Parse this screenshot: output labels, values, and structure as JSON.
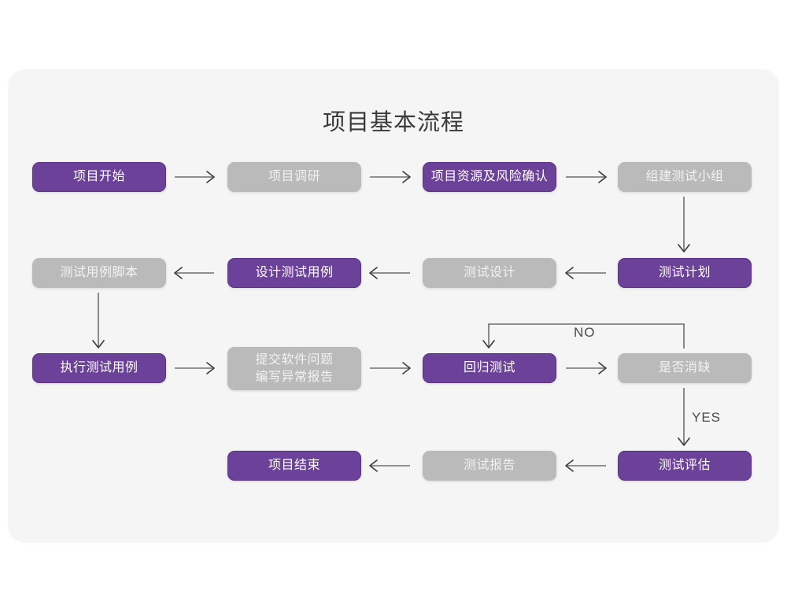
{
  "page": {
    "background_color": "#ffffff",
    "card_color": "#f5f5f6"
  },
  "diagram": {
    "title": "项目基本流程",
    "colors": {
      "purple": "#6b4199",
      "gray": "#bababa",
      "line": "#6e6e6e",
      "text_dark": "#3a3a3a"
    },
    "nodes": [
      {
        "id": "n1",
        "label": "项目开始",
        "style": "purple"
      },
      {
        "id": "n2",
        "label": "项目调研",
        "style": "gray"
      },
      {
        "id": "n3",
        "label": "项目资源及风险确认",
        "style": "purple"
      },
      {
        "id": "n4",
        "label": "组建测试小组",
        "style": "gray"
      },
      {
        "id": "n5",
        "label": "测试计划",
        "style": "purple"
      },
      {
        "id": "n6",
        "label": "测试设计",
        "style": "gray"
      },
      {
        "id": "n7",
        "label": "设计测试用例",
        "style": "purple"
      },
      {
        "id": "n8",
        "label": "测试用例脚本",
        "style": "gray"
      },
      {
        "id": "n9",
        "label": "执行测试用例",
        "style": "purple"
      },
      {
        "id": "n10",
        "label": "提交软件问题\n编写异常报告",
        "style": "gray"
      },
      {
        "id": "n11",
        "label": "回归测试",
        "style": "purple"
      },
      {
        "id": "n12",
        "label": "是否消缺",
        "style": "gray"
      },
      {
        "id": "n13",
        "label": "测试评估",
        "style": "purple"
      },
      {
        "id": "n14",
        "label": "测试报告",
        "style": "gray"
      },
      {
        "id": "n15",
        "label": "项目结束",
        "style": "purple"
      }
    ],
    "edge_labels": {
      "no": "NO",
      "yes": "YES"
    }
  }
}
